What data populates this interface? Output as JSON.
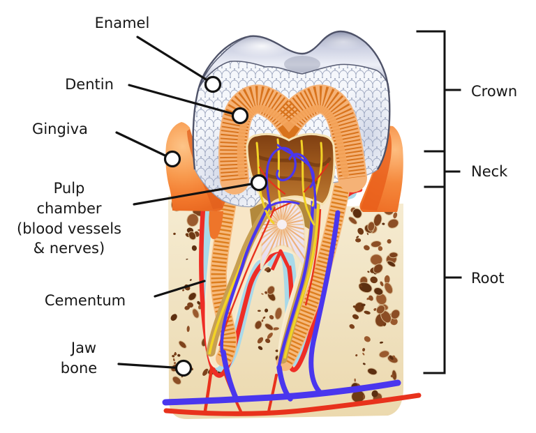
{
  "labels": {
    "enamel": "Enamel",
    "dentin": "Dentin",
    "gingiva": "Gingiva",
    "pulp_chamber_lines": [
      "Pulp",
      "chamber",
      "(blood vessels",
      "& nerves)"
    ],
    "cementum": "Cementum",
    "jaw_bone_lines": [
      "Jaw",
      "bone"
    ],
    "crown": "Crown",
    "neck": "Neck",
    "root": "Root"
  },
  "colors": {
    "label_text": "#161616",
    "leader_line": "#121212",
    "marker_dot_fill": "#ffffff",
    "enamel_cap_silver": "#c6cadb",
    "enamel_cut_face": "#e9edf4",
    "enamel_scale_stroke": "#a2abc2",
    "dentin_orange": "#f0954a",
    "dentin_striation": "#d8731c",
    "pulp_brown": "#9a5a1e",
    "pulp_border_cream": "#f6e2b2",
    "nerve_yellow": "#f2d326",
    "vein_blue": "#4a36ee",
    "artery_red": "#e8321c",
    "gingiva_orange": "#f5813a",
    "gingiva_highlight": "#fdc488",
    "jaw_bone_beige": "#efe0bd",
    "bone_spot_palette": [
      "#6e3914",
      "#7d421c",
      "#8c4e25",
      "#9a5a2e",
      "#5d2f10"
    ],
    "ligament_cyan": "#a9d9e9",
    "socket_red": "#ee2d26",
    "root_comb_orange": "#dd7e1e",
    "root_canal_tan": "#c79f52",
    "furcation_dome_lavender": "#efe6f2"
  }
}
